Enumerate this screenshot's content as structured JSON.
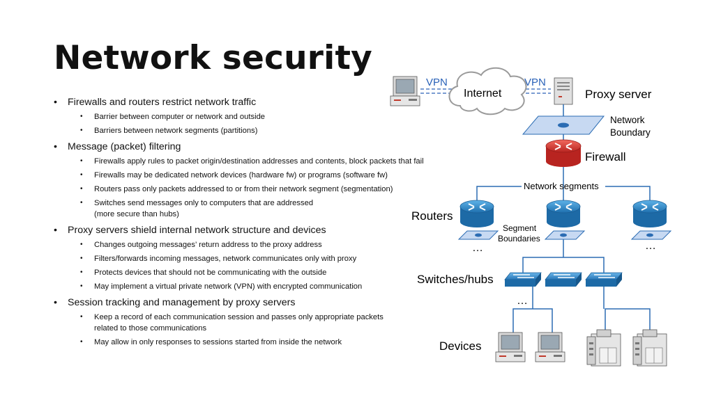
{
  "title": "Network security",
  "bullets": [
    {
      "text": "Firewalls and routers restrict network traffic",
      "sub": [
        "Barrier between computer or network and outside",
        "Barriers between network segments (partitions)"
      ]
    },
    {
      "text": "Message (packet) filtering",
      "sub": [
        "Firewalls apply rules to packet origin/destination addresses and contents, block packets that fail",
        "Firewalls may be dedicated network devices (hardware fw) or programs (software fw)",
        "Routers pass only packets addressed to or from their network segment (segmentation)",
        "Switches send messages only to computers that are addressed\n(more secure than hubs)"
      ]
    },
    {
      "text": "Proxy servers shield internal network structure and devices",
      "sub": [
        "Changes outgoing messages’ return address to the proxy address",
        "Filters/forwards incoming messages, network communicates only with proxy",
        "Protects devices that should not be communicating with the outside",
        "May implement a virtual private network (VPN) with encrypted communication"
      ]
    },
    {
      "text": "Session tracking and management by proxy servers",
      "sub": [
        "Keep a record of each communication session and passes only appropriate packets\nrelated to those communications",
        "May allow in only responses to sessions started from inside the network"
      ]
    }
  ],
  "diagram": {
    "vpn_left": "VPN",
    "vpn_right": "VPN",
    "internet": "Internet",
    "proxy_server": "Proxy server",
    "network_boundary_1": "Network",
    "network_boundary_2": "Boundary",
    "firewall": "Firewall",
    "network_segments": "Network segments",
    "routers": "Routers",
    "segment_boundaries_1": "Segment",
    "segment_boundaries_2": "Boundaries",
    "switches_hubs": "Switches/hubs",
    "devices": "Devices",
    "ellipsis": "…",
    "colors": {
      "vpn": "#2a62b8",
      "line": "#2b6cb3",
      "router": "#2a7fc0",
      "firewall": "#d9302b",
      "boundary": "#c7d9f2"
    }
  }
}
